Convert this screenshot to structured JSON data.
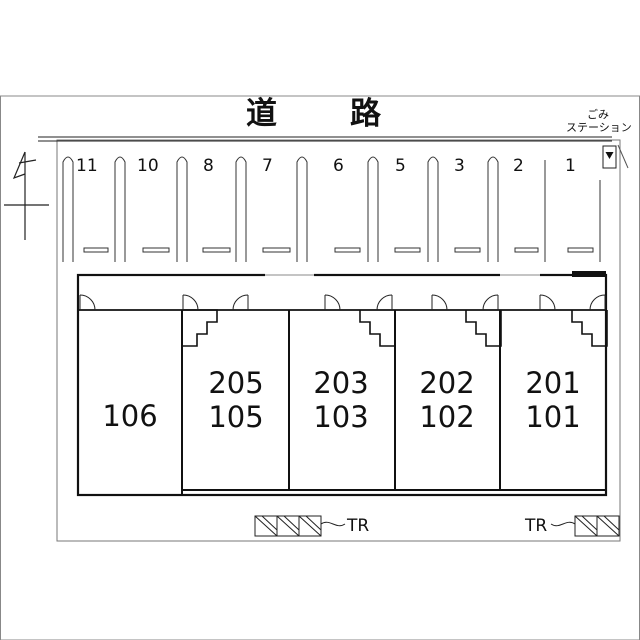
{
  "road_label_chars": [
    "道",
    "路"
  ],
  "gomi_station": {
    "line1": "ごみ",
    "line2": "ステーション"
  },
  "parking_spaces": [
    "11",
    "10",
    "8",
    "7",
    "6",
    "5",
    "3",
    "2",
    "1"
  ],
  "units": {
    "u106": {
      "line1": "106",
      "line2": ""
    },
    "u105": {
      "line1": "205",
      "line2": "105"
    },
    "u103": {
      "line1": "203",
      "line2": "103"
    },
    "u102": {
      "line1": "202",
      "line2": "102"
    },
    "u101": {
      "line1": "201",
      "line2": "101"
    }
  },
  "transformer_labels": {
    "left": "TR",
    "right": "TR"
  },
  "colors": {
    "line": "#111111",
    "light_line": "#888888",
    "background": "#ffffff"
  }
}
